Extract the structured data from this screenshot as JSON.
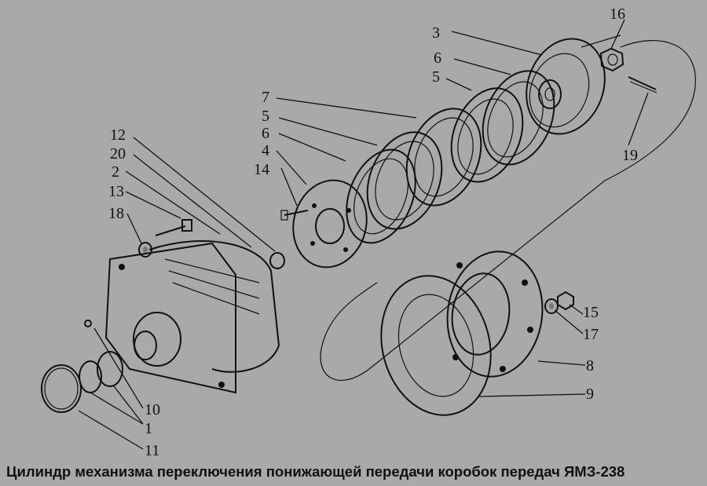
{
  "caption": "Цилиндр механизма переключения понижающей передачи коробок передач ЯМЗ-238",
  "callouts": [
    "3",
    "16",
    "6",
    "5",
    "7",
    "5",
    "6",
    "4",
    "14",
    "12",
    "20",
    "2",
    "13",
    "18",
    "19",
    "15",
    "17",
    "8",
    "9",
    "10",
    "1",
    "11"
  ],
  "colors": {
    "background": "#a9a9a9",
    "ink": "#111111",
    "paper": "#f2f2f2"
  }
}
